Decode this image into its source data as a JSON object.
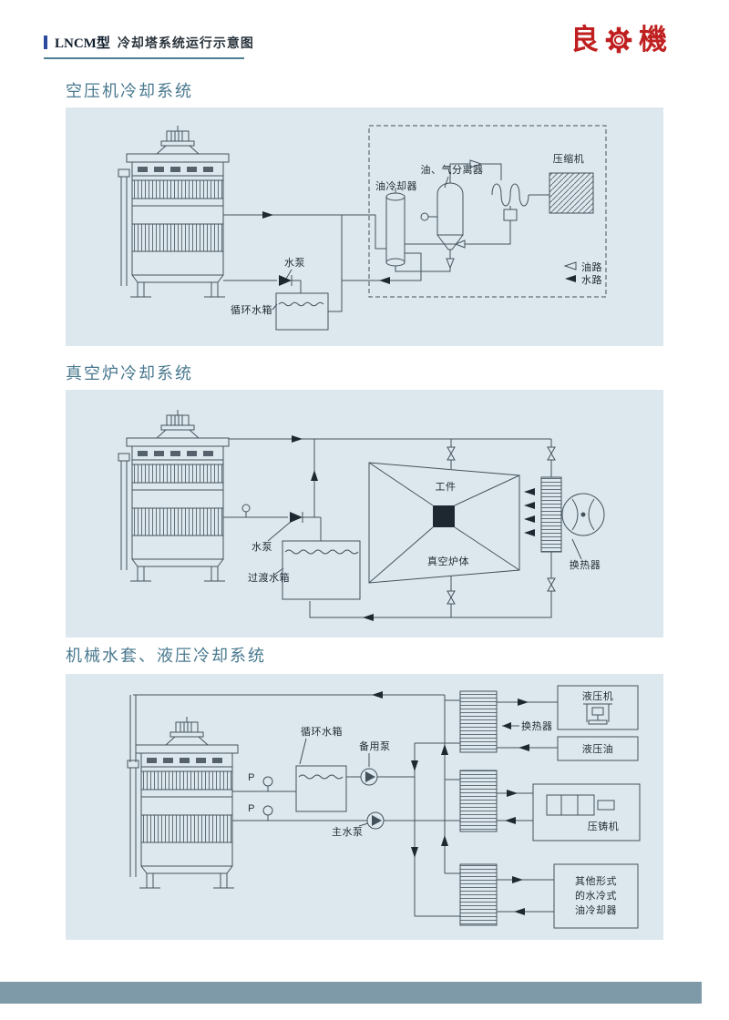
{
  "header": {
    "model": "LNCM型",
    "title": "冷却塔系统运行示意图",
    "logo": {
      "left": "良",
      "right": "機"
    }
  },
  "sections": {
    "s1": {
      "title": "空压机冷却系统",
      "labels": {
        "oil_cooler": "油冷却器",
        "oil_gas_separator": "油、气分离器",
        "compressor": "压缩机",
        "water_pump": "水泵",
        "circulating_tank": "循环水箱",
        "legend_oil": "油路",
        "legend_water": "水路"
      }
    },
    "s2": {
      "title": "真空炉冷却系统",
      "labels": {
        "workpiece": "工件",
        "furnace_body": "真空炉体",
        "water_pump": "水泵",
        "transition_tank": "过渡水箱",
        "heat_exchanger": "换热器"
      }
    },
    "s3": {
      "title": "机械水套、液压冷却系统",
      "labels": {
        "circulating_tank": "循环水箱",
        "backup_pump": "备用泵",
        "main_pump": "主水泵",
        "heat_exchanger": "换热器",
        "hydraulic_press": "液压机",
        "hydraulic_oil": "液压油",
        "die_casting_machine": "压铸机",
        "other_cooler_line1": "其他形式",
        "other_cooler_line2": "的水冷式",
        "other_cooler_line3": "油冷却器",
        "pressure_gauge": "P"
      }
    }
  }
}
